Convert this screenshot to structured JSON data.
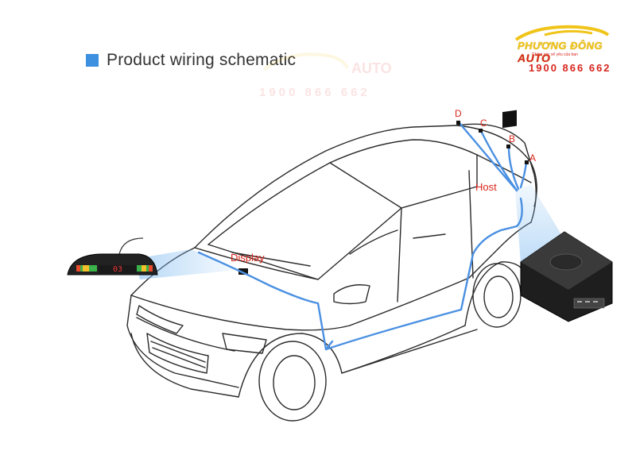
{
  "header": {
    "title": "Product wiring schematic"
  },
  "logo": {
    "brand_main": "PHƯƠNG ĐÔNG",
    "brand_accent": "AUTO",
    "tagline": "Chăm sóc xế yêu của bạn",
    "phone": "1900 866 662"
  },
  "watermark": {
    "accent": "AUTO",
    "phone": "1900 866 662"
  },
  "labels": {
    "display": "Display",
    "host": "Host",
    "sensor_a": "A",
    "sensor_b": "B",
    "sensor_c": "C",
    "sensor_d": "D"
  },
  "display_unit": {
    "readout": "03"
  },
  "colors": {
    "wire": "#4a90e2",
    "label_red": "#d9261c",
    "accent_square": "#3d8fe0"
  }
}
